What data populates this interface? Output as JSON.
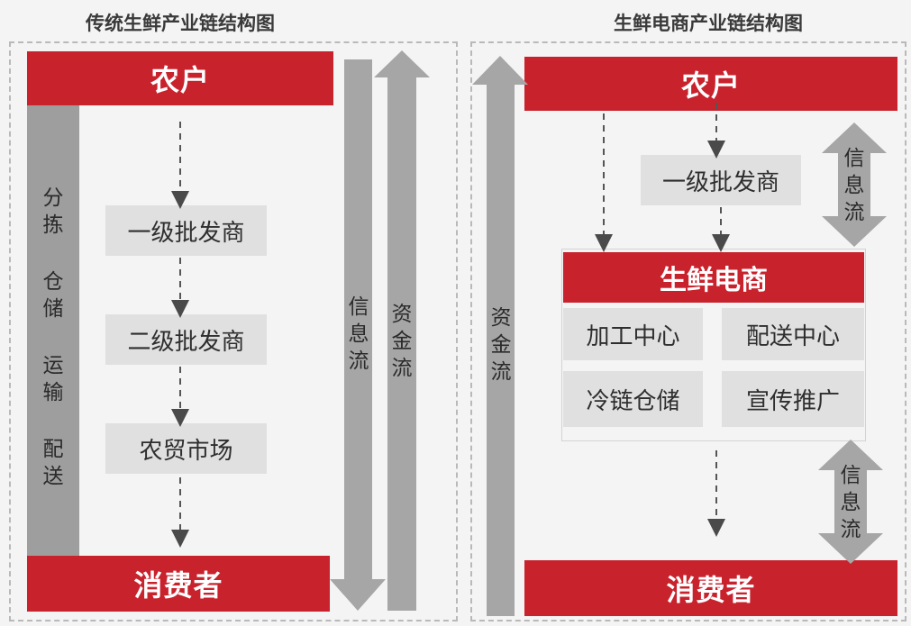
{
  "left": {
    "title": "传统生鲜产业链结构图",
    "farmer": "农户",
    "consumer": "消费者",
    "sidebar": [
      "分拣",
      "仓储",
      "运输",
      "配送"
    ],
    "steps": [
      "一级批发商",
      "二级批发商",
      "农贸市场"
    ],
    "info_flow": "信息流",
    "capital_flow": "资金流"
  },
  "right": {
    "title": "生鲜电商产业链结构图",
    "farmer": "农户",
    "consumer": "消费者",
    "wholesaler": "一级批发商",
    "ecommerce": "生鲜电商",
    "functions": [
      "加工中心",
      "配送中心",
      "冷链仓储",
      "宣传推广"
    ],
    "capital_flow": "资金流",
    "info_flow_top": "信息流",
    "info_flow_bottom": "信息流"
  },
  "colors": {
    "red": "#c8222d",
    "arrow": "#a6a6a6",
    "box": "#e0e0e0",
    "sidebar": "#9e9e9e"
  }
}
